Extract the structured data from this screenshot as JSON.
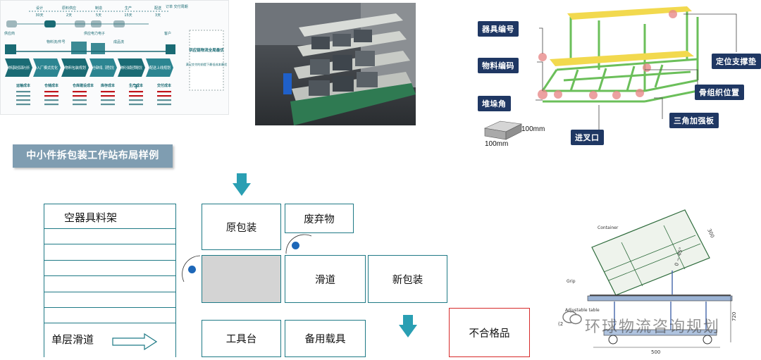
{
  "supply_chain": {
    "stages_top": [
      "设计",
      "原料供应",
      "制造",
      "生产",
      "配送"
    ],
    "lead_times": [
      "30天",
      "2天",
      "5天",
      "15天",
      "3天"
    ],
    "order_cycle": "订单\n交付周期",
    "supplier": "供应商",
    "electronics": "供应电力电子",
    "customer": "客户",
    "flow_labels": [
      "物料流/件号",
      "成品流"
    ],
    "process_boxes": [
      "物料基础信息采集与分析",
      "入厂模式优化",
      "物料包装规划",
      "仓储布局、流程优化",
      "物料分装路径策略优化",
      "配送上线规划"
    ],
    "cost_labels": [
      "运输成本",
      "仓储成本",
      "仓库建设成本",
      "库存成本",
      "生产成本",
      "交付成本"
    ],
    "plus": "+",
    "sidebox_title": "供应链物流全局最优",
    "sidebox_sub": "满足交付的前提下最低成本最优"
  },
  "rack": {
    "tags": [
      "器具编号",
      "物料编码",
      "堆垛角",
      "定位支撑垫",
      "骨组织位置",
      "三角加强板",
      "进叉口"
    ],
    "dims": [
      "100mm",
      "100mm"
    ]
  },
  "section_title": "中小件拆包装工作站布局样例",
  "layout": {
    "empty_rack": "空器具料架",
    "single_slide": "单层滑道",
    "original_pack": "原包装",
    "waste": "废弃物",
    "chute": "滑道",
    "new_pack": "新包装",
    "workbench": "工具台",
    "spare_carrier": "备用载具",
    "rejects": "不合格品"
  },
  "tech_drawing": {
    "container": "Container",
    "grip": "Grip",
    "table": "Adjustable table",
    "dim_top": "300",
    "dim_angle": "0 ~ 45°",
    "dim_height": "720",
    "dim_width": "500",
    "left_mark": "(2"
  },
  "watermark": "环球物流咨询规划",
  "colors": {
    "accent": "#1f7a86",
    "tag_bg": "#1f3763",
    "title_bg": "#7f9db1",
    "reject": "#d72a2a",
    "arrow": "#2a9fb3"
  }
}
